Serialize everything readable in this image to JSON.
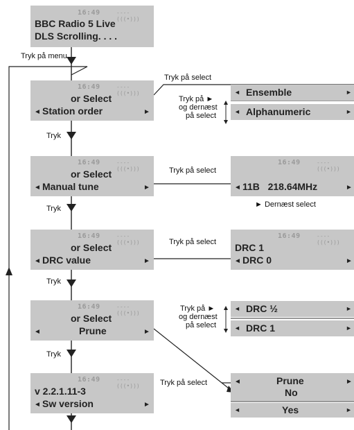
{
  "screens": {
    "s1": {
      "time": "16:49",
      "signal": "---- (((•)))",
      "line1": "BBC Radio 5 Live",
      "line2": "DLS Scrolling. . . ."
    },
    "s2": {
      "time": "16:49",
      "signal": "---- (((•)))",
      "line1": "or Select",
      "line2": "Station order"
    },
    "s3": {
      "time": "16:49",
      "signal": "---- (((•)))",
      "line1": "or Select",
      "line2": "Manual tune"
    },
    "s4": {
      "time": "16:49",
      "signal": "---- (((•)))",
      "line1": "or Select",
      "line2": "DRC value"
    },
    "s5": {
      "time": "16:49",
      "signal": "---- (((•)))",
      "line1": "or Select",
      "line2": "Prune"
    },
    "s6": {
      "time": "16:49",
      "signal": "---- (((•)))",
      "line1": "v 2.2.1.11-3",
      "line2": "Sw version"
    }
  },
  "subs": {
    "ensemble": "Ensemble",
    "alphanumeric": "Alphanumeric",
    "manual_time": "16:49",
    "manual_signal": "---- (((•)))",
    "manual_value": "11B   218.64MHz",
    "drc_time": "16:49",
    "drc_signal": "---- (((•)))",
    "drc_line1": "DRC 1",
    "drc_line2": "DRC 0",
    "drc_half": "DRC ½",
    "drc_one": "DRC 1",
    "prune_line1": "Prune",
    "prune_line2": "No",
    "prune_yes": "Yes"
  },
  "labels": {
    "tryk_menu": "Tryk på menu",
    "tryk_select_1": "Tryk på select",
    "tryk_pa_arrow_1a": "Tryk på ►",
    "tryk_pa_arrow_1b": "og dernæst",
    "tryk_pa_arrow_1c": "på select",
    "tryk_1": "Tryk",
    "tryk_select_2": "Tryk på select",
    "dernaest_select": "► Dernæst select",
    "tryk_2": "Tryk",
    "tryk_select_3": "Tryk på select",
    "tryk_3": "Tryk",
    "tryk_pa_arrow_2a": "Tryk på ►",
    "tryk_pa_arrow_2b": "og dernæst",
    "tryk_pa_arrow_2c": "på select",
    "tryk_4": "Tryk",
    "tryk_select_4": "Tryk på select"
  }
}
